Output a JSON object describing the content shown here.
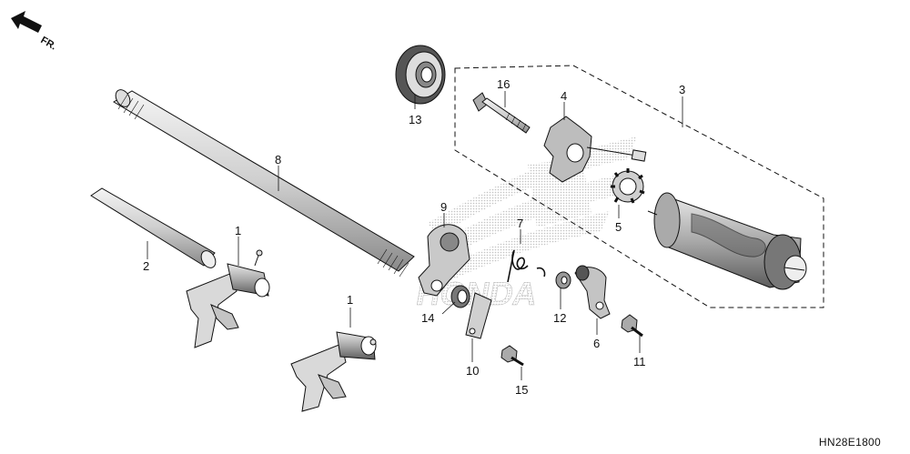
{
  "orientation": {
    "label": "FR.",
    "icon": "front-arrow-icon"
  },
  "diagram_code": "HN28E1800",
  "watermark": {
    "icon": "honda-wing-logo-watermark",
    "text": "HONDA",
    "color": "#c8c8c8"
  },
  "callouts": {
    "p1a": "1",
    "p1b": "1",
    "p2": "2",
    "p3": "3",
    "p4": "4",
    "p5": "5",
    "p6": "6",
    "p7": "7",
    "p8": "8",
    "p9": "9",
    "p10": "10",
    "p11": "11",
    "p12": "12",
    "p13": "13",
    "p14": "14",
    "p15": "15",
    "p16": "16"
  },
  "colors": {
    "line": "#111111",
    "shade": "#9a9a9a",
    "light": "#e6e6e6"
  }
}
